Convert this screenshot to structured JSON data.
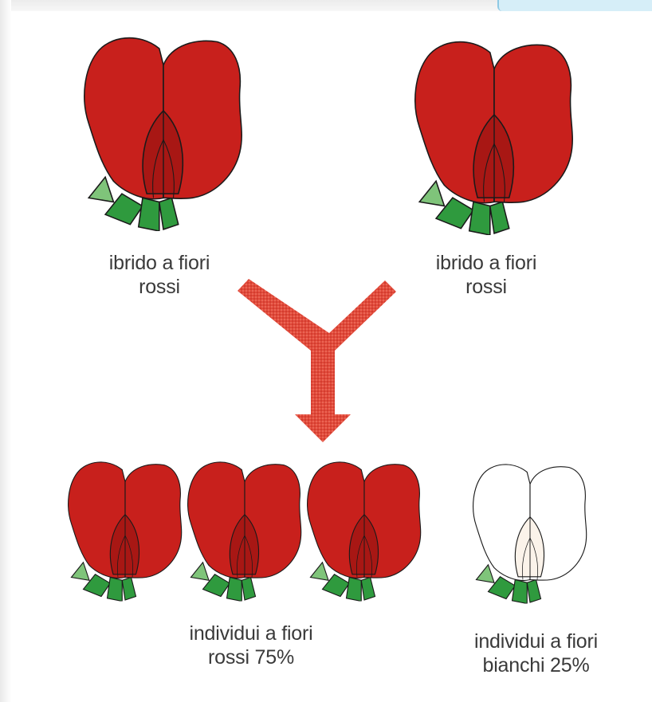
{
  "labels": {
    "parent_left": [
      "ibrido a fiori",
      "rossi"
    ],
    "parent_right": [
      "ibrido a fiori",
      "rossi"
    ],
    "offspring_red": [
      "individui a fiori",
      "rossi 75%"
    ],
    "offspring_white": [
      "individui a fiori",
      "bianchi 25%"
    ]
  },
  "colors": {
    "red_petal": "#c8201c",
    "red_petal_dark": "#a81714",
    "white_petal": "#ffffff",
    "leaf": "#2f9a3e",
    "leaf_light": "#7fc47a",
    "arrow": "#e04a3c",
    "outline": "#1a1a1a"
  },
  "ratio": {
    "red_percent": 75,
    "white_percent": 25
  }
}
